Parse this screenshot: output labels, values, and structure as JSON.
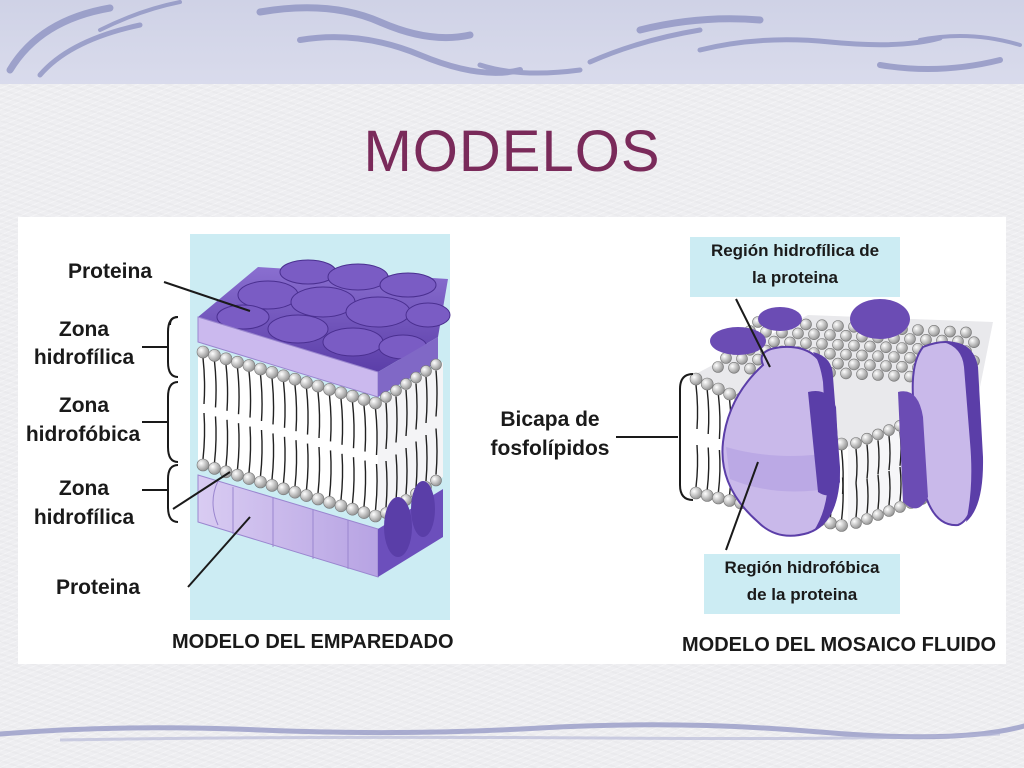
{
  "title": "MODELOS",
  "left_model": {
    "caption": "MODELO DEL EMPAREDADO",
    "labels": {
      "proteina_top": "Proteina",
      "zona_hidrofilica_top_1": "Zona",
      "zona_hidrofilica_top_2": "hidrofílica",
      "zona_hidrofobica_1": "Zona",
      "zona_hidrofobica_2": "hidrofóbica",
      "zona_hidrofilica_bottom_1": "Zona",
      "zona_hidrofilica_bottom_2": "hidrofílica",
      "proteina_bottom": "Proteina"
    }
  },
  "center_label": {
    "line1": "Bicapa de",
    "line2": "fosfolípidos"
  },
  "right_model": {
    "caption": "MODELO DEL MOSAICO FLUIDO",
    "region_hidrofilica_1": "Región hidrofílica de",
    "region_hidrofilica_2": "la proteina",
    "region_hidrofobica_1": "Región hidrofóbica",
    "region_hidrofobica_2": "de la proteina"
  },
  "colors": {
    "title": "#7a2a5a",
    "panel_bg": "#ccecf3",
    "protein_dark": "#6b4cb4",
    "protein_light": "#c9b9ea",
    "lipid_head": "#a8a8a8"
  }
}
